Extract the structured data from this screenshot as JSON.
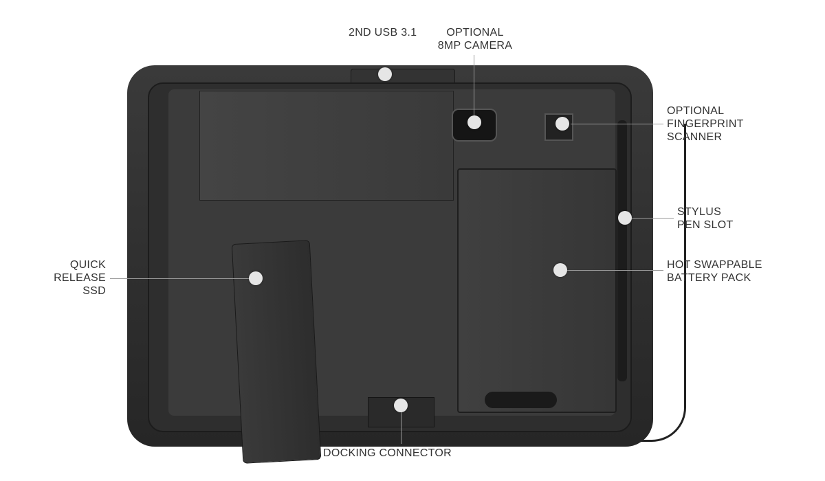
{
  "labels": {
    "usb": "2ND USB 3.1",
    "camera_line1": "OPTIONAL",
    "camera_line2": "8MP CAMERA",
    "fingerprint_line1": "OPTIONAL",
    "fingerprint_line2": "FINGERPRINT",
    "fingerprint_line3": "SCANNER",
    "stylus_line1": "STYLUS",
    "stylus_line2": "PEN SLOT",
    "battery_line1": "HOT SWAPPABLE",
    "battery_line2": "BATTERY PACK",
    "ssd_line1": "QUICK",
    "ssd_line2": "RELEASE",
    "ssd_line3": "SSD",
    "docking": "DOCKING CONNECTOR"
  }
}
